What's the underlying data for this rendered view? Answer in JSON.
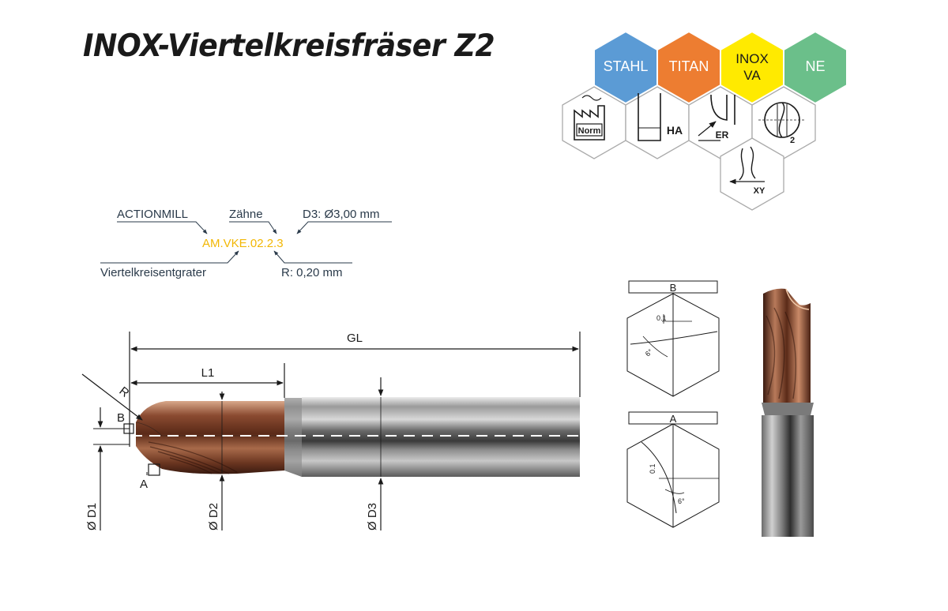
{
  "title": "INOX-Viertelkreisfräser Z2",
  "materials": [
    {
      "label": "STAHL",
      "color": "#5b9bd5",
      "text_color": "#ffffff"
    },
    {
      "label": "TITAN",
      "color": "#ed7d31",
      "text_color": "#ffffff"
    },
    {
      "label": "INOX\nVA",
      "color": "#ffea00",
      "text_color": "#1a1a1a"
    },
    {
      "label": "NE",
      "color": "#6bbf8a",
      "text_color": "#ffffff"
    }
  ],
  "feature_icons": [
    {
      "name": "norm-factory-icon",
      "label": "Norm"
    },
    {
      "name": "ha-shank-icon",
      "label": "HA"
    },
    {
      "name": "er-profile-icon",
      "label": "ER"
    },
    {
      "name": "flutes-2-icon",
      "label": "2"
    },
    {
      "name": "xy-direction-icon",
      "label": "XY"
    }
  ],
  "code_legend": {
    "code": "AM.VKE.02.2.3",
    "code_color": "#f2b705",
    "actionmill": "ACTIONMILL",
    "zaehne": "Zähne",
    "d3": "D3: Ø3,00 mm",
    "viertelkreis": "Viertelkreisentgrater",
    "radius": "R: 0,20 mm"
  },
  "dimensions": {
    "gl": "GL",
    "l1": "L1",
    "r": "R",
    "b": "B",
    "a": "A",
    "d1": "Ø D1",
    "d2": "Ø D2",
    "d3": "Ø D3"
  },
  "detail_b": {
    "label": "B",
    "dim": "0.1",
    "angle": "6°"
  },
  "detail_a": {
    "label": "A",
    "dim": "0.1",
    "angle": "6°"
  }
}
